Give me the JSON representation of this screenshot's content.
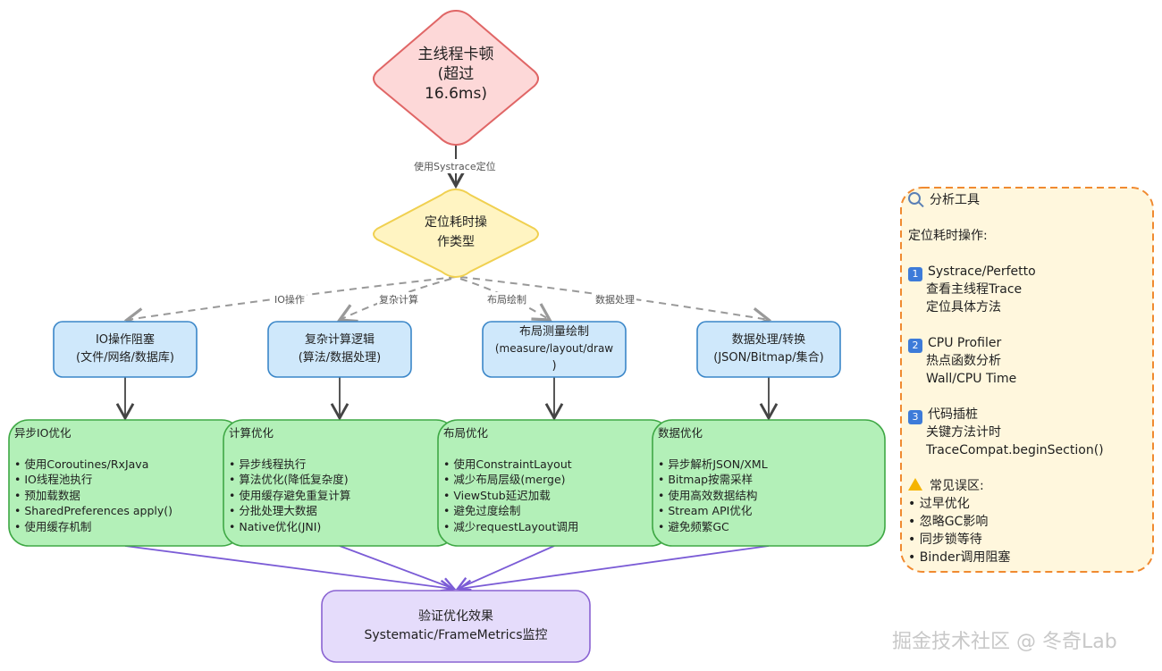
{
  "start": {
    "lines": [
      "主线程卡顿",
      "(超过",
      "16.6ms)"
    ]
  },
  "locate_edge_label": "使用Systrace定位",
  "decision": {
    "lines": [
      "定位耗时操",
      "作类型"
    ]
  },
  "branch_labels": [
    "IO操作",
    "复杂计算",
    "布局绘制",
    "数据处理"
  ],
  "categories": [
    {
      "lines": [
        "IO操作阻塞",
        "(文件/网络/数据库)"
      ]
    },
    {
      "lines": [
        "复杂计算逻辑",
        "(算法/数据处理)"
      ]
    },
    {
      "lines": [
        "布局测量绘制",
        "(measure/layout/draw",
        ")"
      ]
    },
    {
      "lines": [
        "数据处理/转换",
        "(JSON/Bitmap/集合)"
      ]
    }
  ],
  "optimizations": [
    {
      "title": "异步IO优化",
      "items": [
        "• 使用Coroutines/RxJava",
        "• IO线程池执行",
        "• 预加载数据",
        "• SharedPreferences apply()",
        "• 使用缓存机制"
      ]
    },
    {
      "title": "计算优化",
      "items": [
        "• 异步线程执行",
        "• 算法优化(降低复杂度)",
        "• 使用缓存避免重复计算",
        "• 分批处理大数据",
        "• Native优化(JNI)"
      ]
    },
    {
      "title": "布局优化",
      "items": [
        "• 使用ConstraintLayout",
        "• 减少布局层级(merge)",
        "• ViewStub延迟加载",
        "• 避免过度绘制",
        "• 减少requestLayout调用"
      ]
    },
    {
      "title": "数据优化",
      "items": [
        "• 异步解析JSON/XML",
        "• Bitmap按需采样",
        "• 使用高效数据结构",
        "• Stream API优化",
        "• 避免频繁GC"
      ]
    }
  ],
  "verify": {
    "lines": [
      "验证优化效果",
      "Systematic/FrameMetrics监控"
    ]
  },
  "tools": {
    "icon": "magnifier-icon",
    "title": "分析工具",
    "intro": "定位耗时操作:",
    "sections": [
      {
        "badge": "1",
        "title": "Systrace/Perfetto",
        "lines": [
          "查看主线程Trace",
          "定位具体方法"
        ]
      },
      {
        "badge": "2",
        "title": "CPU Profiler",
        "lines": [
          "热点函数分析",
          "Wall/CPU Time"
        ]
      },
      {
        "badge": "3",
        "title": "代码插桩",
        "lines": [
          "关键方法计时",
          "TraceCompat.beginSection()"
        ]
      }
    ],
    "pitfalls_icon": "warning-icon",
    "pitfalls_title": "常见误区:",
    "pitfalls": [
      "• 过早优化",
      "• 忽略GC影响",
      "• 同步锁等待",
      "• Binder调用阻塞"
    ]
  },
  "watermark": "掘金技术社区 @ 冬奇Lab",
  "colors": {
    "start_fill": "#fdd8d8",
    "start_stroke": "#e06666",
    "decision_fill": "#fff4c2",
    "decision_stroke": "#f0d050",
    "category_fill": "#cfe8fb",
    "category_stroke": "#3a86c8",
    "opt_fill": "#b3f0b8",
    "opt_stroke": "#3fa845",
    "verify_fill": "#e5dcfb",
    "verify_stroke": "#8a63d2",
    "tools_fill": "#fff7dd",
    "tools_stroke": "#f08a30",
    "dashed_edge": "#999999",
    "solid_edge": "#444444",
    "merge_edge": "#7b5cd6"
  }
}
